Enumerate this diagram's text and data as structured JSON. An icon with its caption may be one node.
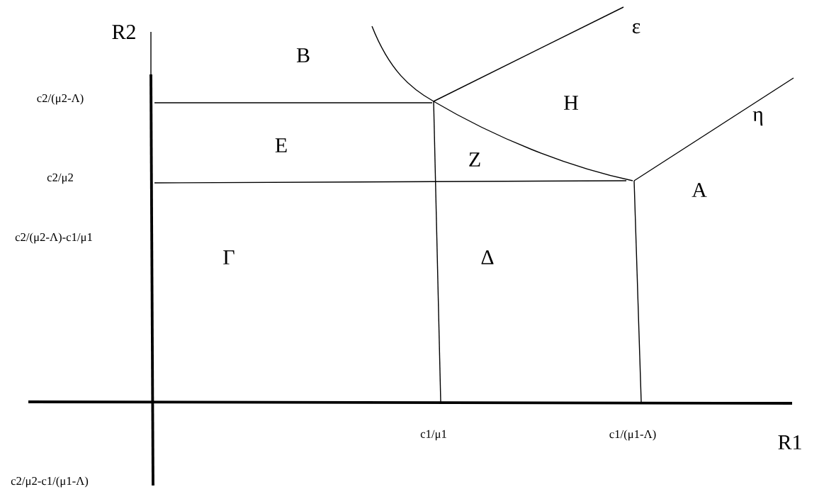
{
  "diagram": {
    "labels": [
      "R2",
      "B",
      "ε",
      "c2/(μ2-Λ)",
      "H",
      "η",
      "E",
      "Z",
      "c2/μ2",
      "A",
      "c2/(μ2-Λ)-c1/μ1",
      "Γ",
      "Δ",
      "c1/μ1",
      "c1/(μ1-Λ)",
      "R1",
      "c2/μ2-c1/(μ1-Λ)"
    ]
  }
}
